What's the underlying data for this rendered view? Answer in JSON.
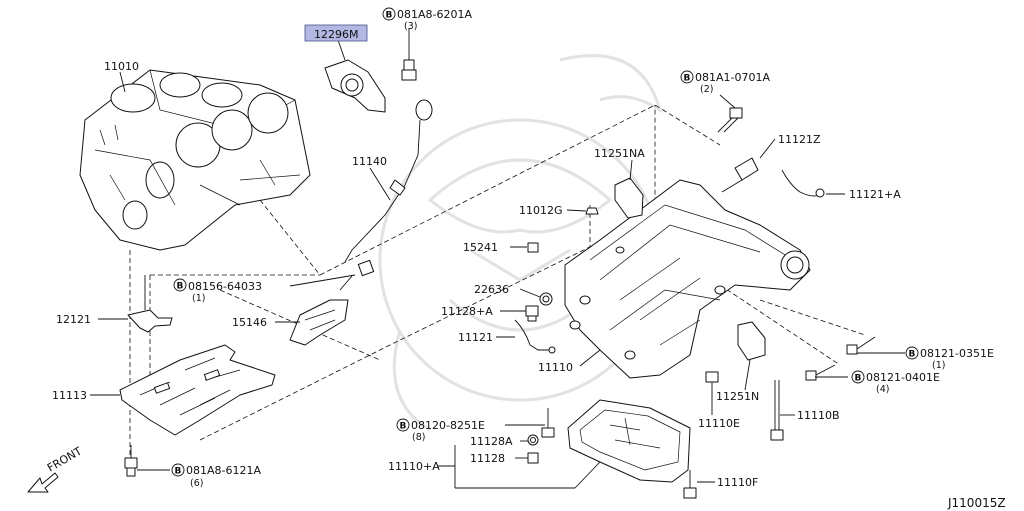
{
  "diagram_id": "J110015Z",
  "front_label": "FRONT",
  "bolt_symbol": "B",
  "labels": {
    "l12296M": "12296M",
    "l081A8_6201A": "081A8-6201A",
    "q081A8_6201A": "(3)",
    "l11010": "11010",
    "l11140": "11140",
    "l081A1_0701A": "081A1-0701A",
    "q081A1_0701A": "(2)",
    "l11121Z": "11121Z",
    "l11251NA": "11251NA",
    "l11121A": "11121+A",
    "l11012G": "11012G",
    "l15241": "15241",
    "l08156_64033": "08156-64033",
    "q08156_64033": "(1)",
    "l22636": "22636",
    "l11128A_plus": "11128+A",
    "l12121": "12121",
    "l15146": "15146",
    "l11121": "11121",
    "l11110": "11110",
    "l08121_0351E": "08121-0351E",
    "q08121_0351E": "(1)",
    "l08121_0401E": "08121-0401E",
    "q08121_0401E": "(4)",
    "l11113": "11113",
    "l11251N": "11251N",
    "l11110E": "11110E",
    "l11110B": "11110B",
    "l08120_8251E": "08120-8251E",
    "q08120_8251E": "(8)",
    "l11128A": "11128A",
    "l11128": "11128",
    "l11110A": "11110+A",
    "l11110F": "11110F",
    "l081A8_6121A": "081A8-6121A",
    "q081A8_6121A": "(6)"
  }
}
